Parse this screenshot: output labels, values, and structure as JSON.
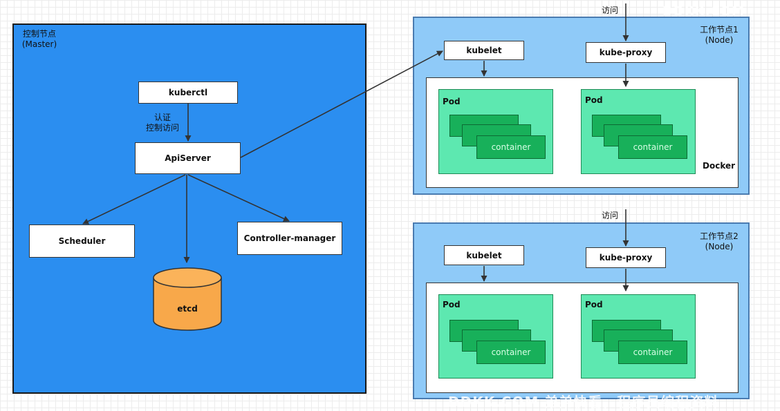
{
  "master": {
    "title": "控制节点",
    "subtitle": "(Master)",
    "kubectl": "kuberctl",
    "auth_line1": "认证",
    "auth_line2": "控制访问",
    "apiserver": "ApiServer",
    "scheduler": "Scheduler",
    "controller": "Controller-manager",
    "etcd": "etcd"
  },
  "node1": {
    "title": "工作节点1",
    "subtitle": "(Node)",
    "access": "访问",
    "kubelet": "kubelet",
    "kube_proxy": "kube-proxy",
    "docker": "Docker",
    "pods": [
      {
        "title": "Pod",
        "container": "container"
      },
      {
        "title": "Pod",
        "container": "container"
      }
    ]
  },
  "node2": {
    "title": "工作节点2",
    "subtitle": "(Node)",
    "access": "访问",
    "kubelet": "kubelet",
    "kube_proxy": "kube-proxy",
    "pods": [
      {
        "title": "Pod",
        "container": "container"
      },
      {
        "title": "Pod",
        "container": "container"
      }
    ]
  },
  "watermark_top": "DDKK.COM",
  "watermark_bottom": "DDKK.COM 弟弟快看，程序员编程资料"
}
